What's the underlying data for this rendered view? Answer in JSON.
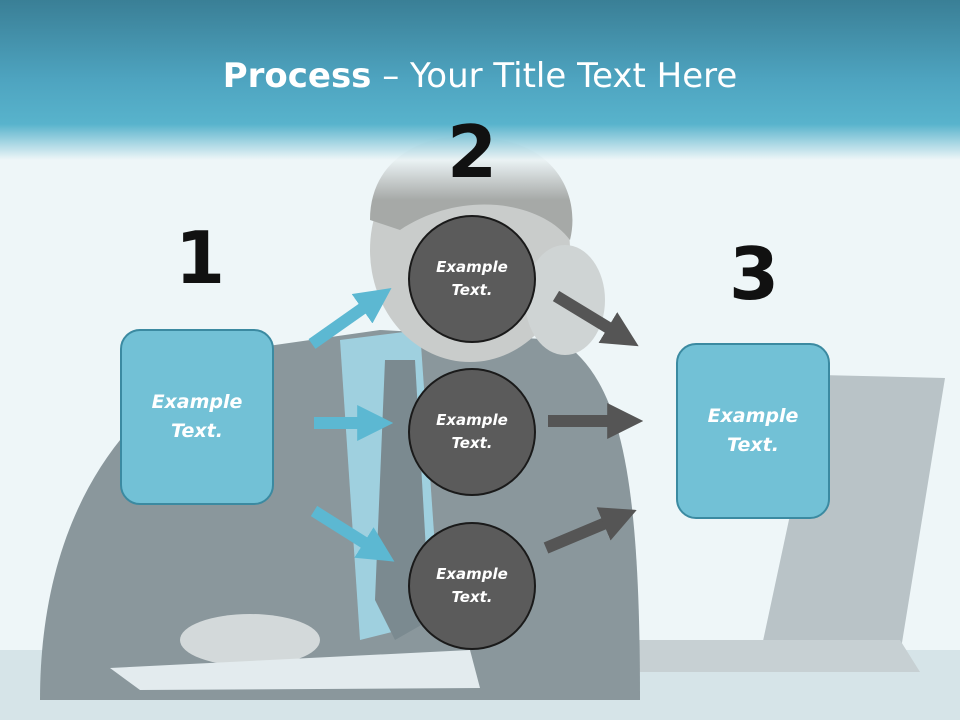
{
  "title": {
    "bold": "Process",
    "rest": " – Your Title Text Here"
  },
  "steps": {
    "one": "1",
    "two": "2",
    "three": "3"
  },
  "nodes": {
    "left_box": "Example Text.",
    "circle_top": "Example Text.",
    "circle_middle": "Example Text.",
    "circle_bottom": "Example Text.",
    "right_box": "Example Text."
  },
  "colors": {
    "header": "#4ea4c0",
    "box_fill": "#72c1d6",
    "circle_fill": "#5b5b5b",
    "arrow_blue": "#5cb8d2",
    "arrow_gray": "#555555"
  }
}
